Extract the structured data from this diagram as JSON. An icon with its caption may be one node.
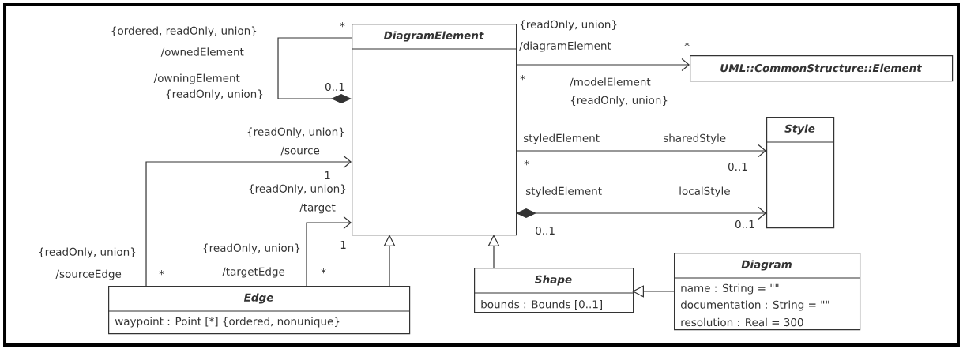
{
  "diagram": {
    "nodes": [
      {
        "text": [
          "DiagramElement"
        ]
      },
      {
        "text": [
          "UML::CommonStructure::Element"
        ]
      },
      {
        "text": [
          "Style"
        ]
      },
      {
        "text": [
          "Edge",
          "waypoint : Point [*] {ordered, nonunique}"
        ]
      },
      {
        "text": [
          "Shape",
          "bounds : Bounds [0..1]"
        ]
      },
      {
        "text": [
          "Diagram",
          "name : String = \"\"",
          "documentation : String = \"\"",
          "resolution : Real = 300"
        ]
      }
    ],
    "edges": [
      {
        "from": 0,
        "to": 0,
        "arrow": "other"
      },
      {
        "from": 0,
        "to": 1,
        "arrow": "to"
      },
      {
        "from": 0,
        "to": 2,
        "arrow": "to"
      },
      {
        "from": 0,
        "to": 2,
        "arrow": "to"
      },
      {
        "from": 3,
        "to": 0,
        "arrow": "to"
      },
      {
        "from": 3,
        "to": 0,
        "arrow": "to"
      },
      {
        "from": 3,
        "to": 0,
        "arrow": "to"
      },
      {
        "from": 4,
        "to": 0,
        "arrow": "to"
      },
      {
        "from": 5,
        "to": 4,
        "arrow": "to"
      }
    ],
    "labels": [
      "{ordered, readOnly, union}",
      "*",
      "/ownedElement",
      "/owningElement",
      "0..1",
      "{readOnly, union}",
      "{readOnly, union}",
      "/source",
      "1",
      "{readOnly, union}",
      "/target",
      "1",
      "{readOnly, union}",
      "/sourceEdge",
      "*",
      "{readOnly, union}",
      "/targetEdge",
      "*",
      "{readOnly, union}",
      "/diagramElement",
      "*",
      "*",
      "/modelElement",
      "{readOnly, union}",
      "styledElement",
      "sharedStyle",
      "*",
      "0..1",
      "styledElement",
      "localStyle",
      "0..1",
      "0..1"
    ]
  }
}
